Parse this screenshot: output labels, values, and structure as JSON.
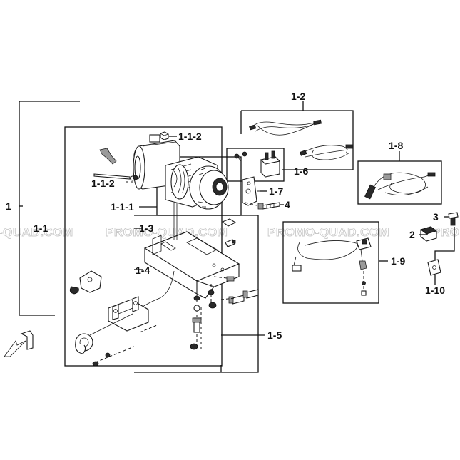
{
  "diagram": {
    "callouts": {
      "c1": "1",
      "c1_1": "1-1",
      "c1_1_1": "1-1-1",
      "c1_1_2_top": "1-1-2",
      "c1_1_2_left": "1-1-2",
      "c1_2": "1-2",
      "c1_3": "1-3",
      "c1_4": "1-4",
      "c1_5": "1-5",
      "c1_6": "1-6",
      "c1_7": "1-7",
      "c1_8": "1-8",
      "c1_9": "1-9",
      "c1_10": "1-10",
      "c2": "2",
      "c3": "3",
      "c4": "4"
    },
    "watermark": {
      "left": "-QUAD.COM",
      "mid": "PROMO-QUAD.COM",
      "right": "PROMO-QUAD.COM",
      "edge": "PRO"
    }
  }
}
